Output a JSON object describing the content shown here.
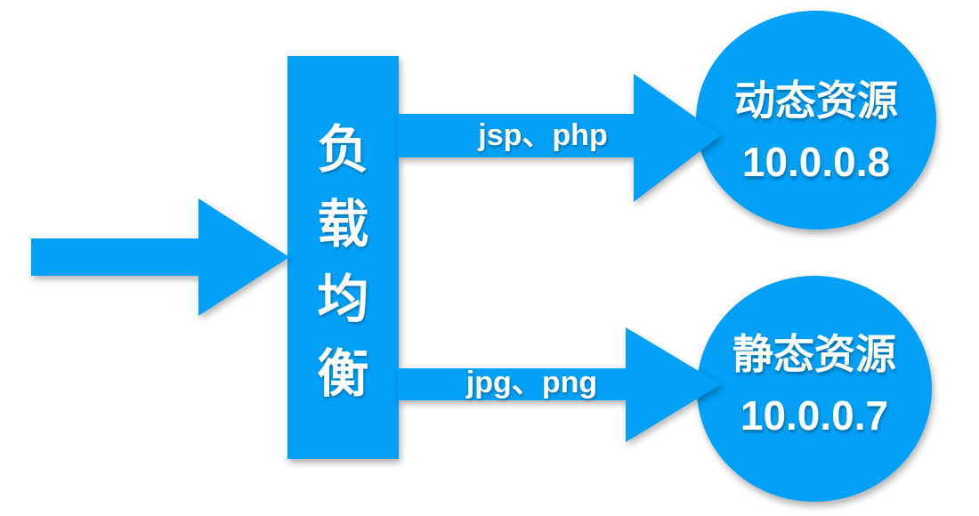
{
  "diagram": {
    "background_color": "#ffffff",
    "accent_color": "#02A0F7",
    "text_color": "#ffffff",
    "balancer": {
      "label": "负载均衡",
      "chars": [
        "负",
        "载",
        "均",
        "衡"
      ]
    },
    "routes": [
      {
        "label": "jsp、php",
        "node": {
          "name": "动态资源",
          "ip": "10.0.0.8"
        }
      },
      {
        "label": "jpg、png",
        "node": {
          "name": "静态资源",
          "ip": "10.0.0.7"
        }
      }
    ]
  }
}
